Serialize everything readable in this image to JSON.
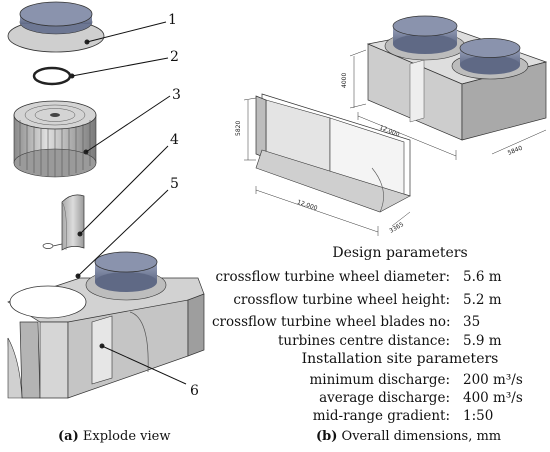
{
  "exploded_view": {
    "part_numbers": [
      "1",
      "2",
      "3",
      "4",
      "5",
      "6"
    ],
    "caption_letter": "(a)",
    "caption_text": " Explode view"
  },
  "dimensions_view": {
    "dim_labels": {
      "height_tall": "4000",
      "length_top": "12,000",
      "width_top": "5840",
      "height_front": "5820",
      "length_front": "12,000",
      "width_front": "3365"
    },
    "caption_letter": "(b)",
    "caption_text": " Overall dimensions, mm"
  },
  "design_parameters": {
    "heading": "Design parameters",
    "rows": [
      {
        "label": "crossflow turbine wheel diameter:",
        "value": "5.6 m"
      },
      {
        "label": "crossflow turbine wheel height:",
        "value": "5.2 m"
      },
      {
        "label": "crossflow turbine wheel blades no:",
        "value": "35"
      },
      {
        "label": "turbines centre distance:",
        "value": "5.9 m"
      }
    ]
  },
  "installation_parameters": {
    "heading": "Installation site parameters",
    "rows": [
      {
        "label": "minimum discharge:",
        "value": "200 m³/s"
      },
      {
        "label": "average discharge:",
        "value": "400 m³/s"
      },
      {
        "label": "mid-range gradient:",
        "value": "1:50"
      }
    ]
  },
  "colors": {
    "steel": "#c9c9c9",
    "steel_dark": "#8e8e8e",
    "cap_blue": "#7f89a6",
    "outline": "#333333"
  }
}
